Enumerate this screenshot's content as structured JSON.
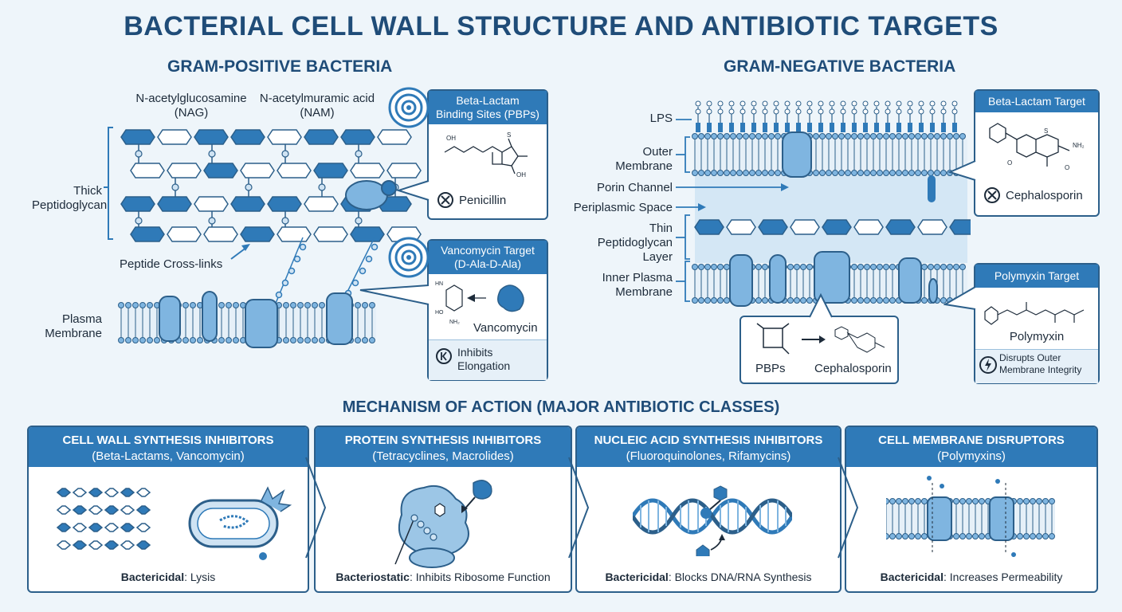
{
  "title": "BACTERIAL CELL WALL STRUCTURE AND ANTIBIOTIC TARGETS",
  "gram_positive": {
    "heading": "GRAM-POSITIVE BACTERIA",
    "nag_label": "N-acetylglucosamine\n(NAG)",
    "nam_label": "N-acetylmuramic acid\n(NAM)",
    "thick_pg_label": "Thick\nPeptidoglycan",
    "crosslinks_label": "Peptide Cross-links",
    "plasma_label": "Plasma\nMembrane",
    "beta_card": {
      "header": "Beta-Lactam\nBinding Sites (PBPs)",
      "drug": "Penicillin"
    },
    "vanco_card": {
      "header": "Vancomycin Target\n(D-Ala-D-Ala)",
      "drug": "Vancomycin",
      "effect": "Inhibits\nElongation"
    }
  },
  "gram_negative": {
    "heading": "GRAM-NEGATIVE BACTERIA",
    "lps_label": "LPS",
    "outer_label": "Outer\nMembrane",
    "porin_label": "Porin Channel",
    "periplasm_label": "Periplasmic Space",
    "thin_pg_label": "Thin\nPeptidoglycan\nLayer",
    "inner_label": "Inner Plasma\nMembrane",
    "pbp_box": {
      "pbps": "PBPs",
      "drug": "Cephalosporin"
    },
    "beta_card": {
      "header": "Beta-Lactam Target",
      "drug": "Cephalosporin"
    },
    "polymyxin_card": {
      "header": "Polymyxin Target",
      "drug": "Polymyxin",
      "effect": "Disrupts Outer\nMembrane Integrity"
    }
  },
  "mechanism": {
    "heading": "MECHANISM OF ACTION (MAJOR ANTIBIOTIC CLASSES)",
    "classes": [
      {
        "name": "CELL WALL SYNTHESIS INHIBITORS",
        "examples": "(Beta-Lactams, Vancomycin)",
        "effect_type": "Bactericidal",
        "effect": ": Lysis"
      },
      {
        "name": "PROTEIN SYNTHESIS INHIBITORS",
        "examples": "(Tetracyclines, Macrolides)",
        "effect_type": "Bacteriostatic",
        "effect": ": Inhibits Ribosome Function"
      },
      {
        "name": "NUCLEIC ACID SYNTHESIS INHIBITORS",
        "examples": "(Fluoroquinolones, Rifamycins)",
        "effect_type": "Bactericidal",
        "effect": ": Blocks DNA/RNA Synthesis"
      },
      {
        "name": "CELL MEMBRANE DISRUPTORS",
        "examples": "(Polymyxins)",
        "effect_type": "Bactericidal",
        "effect": ": Increases Permeability"
      }
    ]
  },
  "colors": {
    "primary": "#2f7ab8",
    "dark": "#1f4c78",
    "light": "#7fb5e0",
    "background": "#eef5fa"
  }
}
